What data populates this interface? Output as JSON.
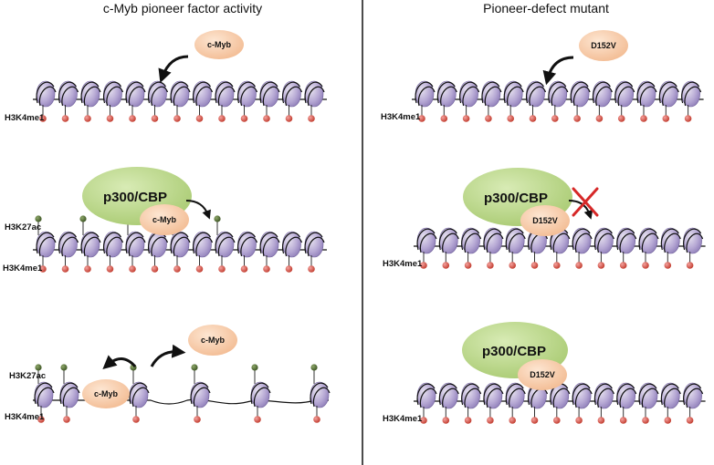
{
  "left_panel": {
    "title": "c-Myb pioneer factor activity",
    "row1": {
      "mark": "H3K4me1",
      "factor": "c-Myb"
    },
    "row2": {
      "mark_top": "H3K27ac",
      "mark_bottom": "H3K4me1",
      "complex": "p300/CBP",
      "factor": "c-Myb"
    },
    "row3": {
      "mark_top": "H3K27ac",
      "mark_bottom": "H3K4me1",
      "factor_bound": "c-Myb",
      "factor_free": "c-Myb"
    }
  },
  "right_panel": {
    "title": "Pioneer-defect mutant",
    "row1": {
      "mark": "H3K4me1",
      "factor": "D152V"
    },
    "row2": {
      "mark": "H3K4me1",
      "complex": "p300/CBP",
      "factor": "D152V"
    },
    "row3": {
      "mark": "H3K4me1",
      "complex": "p300/CBP",
      "factor": "D152V"
    }
  },
  "colors": {
    "nucleosome": "#9f8fc4",
    "nucleosome_light": "#e6e1ef",
    "methyl_mark": "#d9534f",
    "acetyl_mark": "#556b2f",
    "myb_factor": "#f7c9a3",
    "p300_complex": "#b9d786",
    "inhibition_cross": "#d62828"
  }
}
